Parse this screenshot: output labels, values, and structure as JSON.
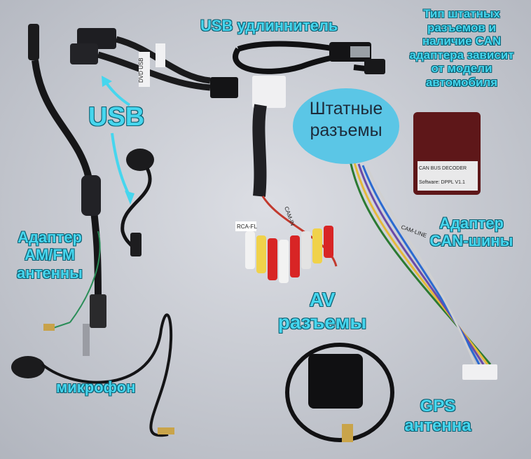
{
  "labels": {
    "usb_extension": "USB удлиннитель",
    "connector_note": [
      "Тип штатных",
      "разъемов и",
      "наличие CAN",
      "адаптера зависит",
      "от модели",
      "автомобиля"
    ],
    "usb": "USB",
    "am_fm_adapter": [
      "Адаптер",
      "AM/FM",
      "антенны"
    ],
    "can_adapter": [
      "Адаптер",
      "CAN-шины"
    ],
    "av_connectors": [
      "AV",
      "разъемы"
    ],
    "microphone": "микрофон",
    "gps_antenna": [
      "GPS",
      "антенна"
    ],
    "oem_connectors_bubble": [
      "Штатные",
      "разъемы"
    ]
  },
  "tags": {
    "dvd_usb": "DVD USB",
    "rca_flag": "RCA-FL",
    "cam_in": "CAM-IN",
    "cam_line": "CAM-LINE"
  },
  "can_box_label": [
    "CAN BUS DECODER",
    "Software: DPPL V1.1"
  ],
  "colors": {
    "label_fill": "#46d6ee",
    "label_outline": "#0c5f72",
    "bubble": "#5bc6e6",
    "background": "#c9ccd3"
  }
}
